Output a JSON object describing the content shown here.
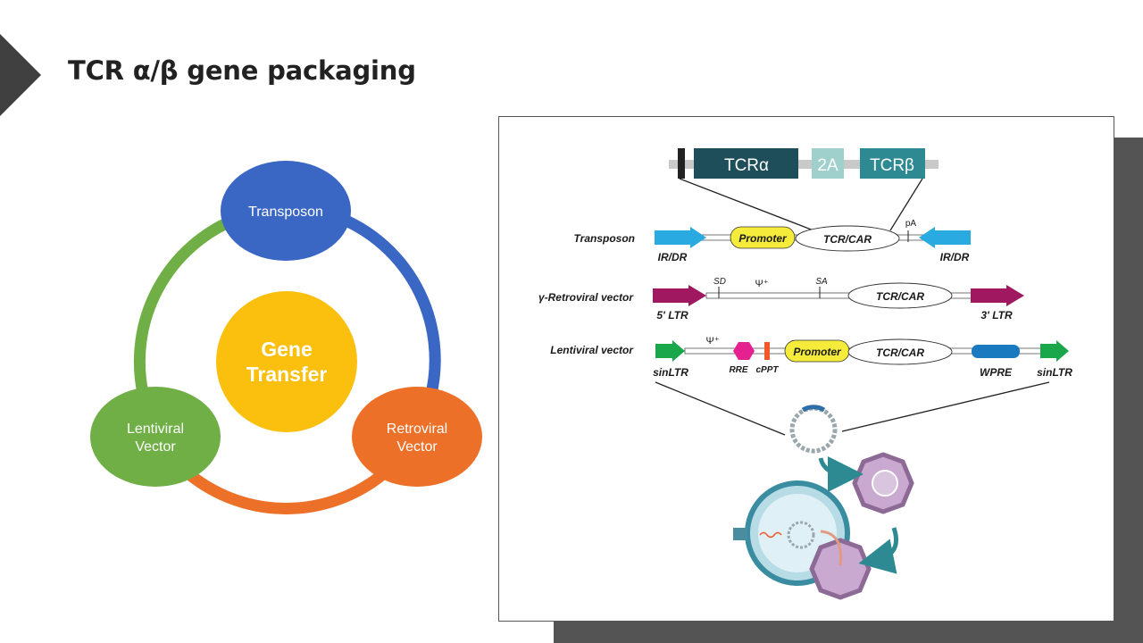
{
  "slide": {
    "title": "TCR α/β gene packaging"
  },
  "cycle": {
    "center": {
      "line1": "Gene",
      "line2": "Transfer"
    },
    "nodes": [
      {
        "id": "transposon",
        "label": "Transposon",
        "color": "#3a66c4"
      },
      {
        "id": "retroviral",
        "label_line1": "Retroviral",
        "label_line2": "Vector",
        "color": "#ed7028"
      },
      {
        "id": "lentiviral",
        "label_line1": "Lentiviral",
        "label_line2": "Vector",
        "color": "#6faf46"
      }
    ],
    "center_color": "#fbbf0e"
  },
  "figure": {
    "construct": {
      "a": "TCRα",
      "mid": "2A",
      "b": "TCRβ"
    },
    "rows": {
      "transposon": {
        "name": "Transposon",
        "promoter": "Promoter",
        "cargo": "TCR/CAR",
        "pa": "pA",
        "left_end": "IR/DR",
        "right_end": "IR/DR"
      },
      "retro": {
        "name": "γ-Retroviral vector",
        "sd": "SD",
        "psi": "Ψ⁺",
        "sa": "SA",
        "cargo": "TCR/CAR",
        "left_end": "5' LTR",
        "right_end": "3' LTR"
      },
      "lenti": {
        "name": "Lentiviral vector",
        "psi": "Ψ⁺",
        "rre": "RRE",
        "cppt": "cPPT",
        "promoter": "Promoter",
        "cargo": "TCR/CAR",
        "wpre": "WPRE",
        "left_end": "sinLTR",
        "right_end": "sinLTR"
      }
    },
    "colors": {
      "tcr_a": "#1f4e5b",
      "two_a": "#9fd0cb",
      "tcr_b": "#2e8a92",
      "ir_dr": "#29abe2",
      "ltr": "#a0185f",
      "sinltr": "#1aa64a",
      "rre": "#e5208f",
      "cppt": "#f05a28",
      "wpre": "#1a7abf",
      "promoter": "#f4eb3a"
    }
  }
}
